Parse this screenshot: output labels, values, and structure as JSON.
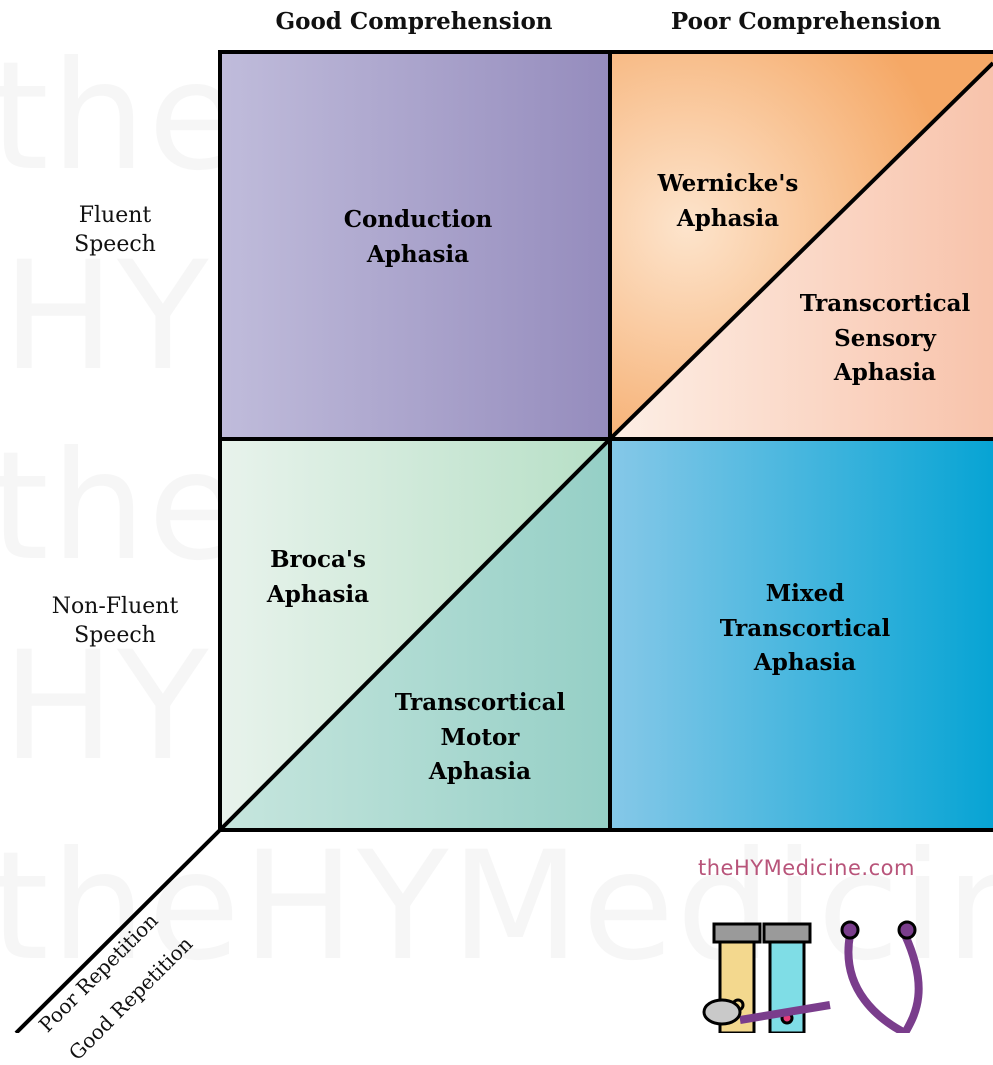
{
  "columns": {
    "good_comprehension": "Good Comprehension",
    "poor_comprehension": "Poor Comprehension"
  },
  "rows": {
    "fluent": [
      "Fluent",
      "Speech"
    ],
    "non_fluent": [
      "Non-Fluent",
      "Speech"
    ]
  },
  "cells": {
    "conduction": [
      "Conduction",
      "Aphasia"
    ],
    "wernicke": [
      "Wernicke's",
      "Aphasia"
    ],
    "transcortical_sensory": [
      "Transcortical",
      "Sensory",
      "Aphasia"
    ],
    "broca": [
      "Broca's",
      "Aphasia"
    ],
    "transcortical_motor": [
      "Transcortical",
      "Motor",
      "Aphasia"
    ],
    "mixed_transcortical": [
      "Mixed",
      "Transcortical",
      "Aphasia"
    ]
  },
  "repetition": {
    "poor": "Poor Repetition",
    "good": "Good Repetition"
  },
  "watermark": [
    "theHYMedicine.com",
    "theHYMedicine.com",
    "theHYMedicine.com",
    "theHYMedicine.com",
    "theHYMedicine.com"
  ],
  "brand": "theHYMedicine.com",
  "colors": {
    "conduction": "#a39bc5",
    "wernicke": "#f6b57c",
    "transcortical_sensory": "#fbd2bd",
    "broca": "#d3ead9",
    "transcortical_motor": "#a3d3cb",
    "mixed_transcortical": "#35a9d6"
  }
}
